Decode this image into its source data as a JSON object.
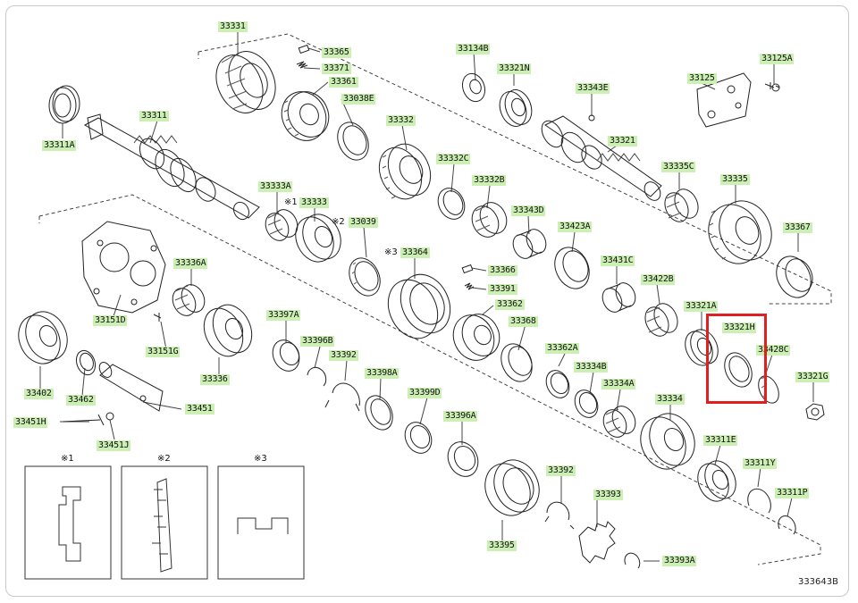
{
  "diagram": {
    "catalog_code": "333643B",
    "highlight_color": "#e02020",
    "label_bg": "#ccefb4",
    "highlighted_part": "33321H",
    "parts": [
      {
        "id": "p33331",
        "label": "33331"
      },
      {
        "id": "p33365",
        "label": "33365"
      },
      {
        "id": "p33371",
        "label": "33371"
      },
      {
        "id": "p33361",
        "label": "33361"
      },
      {
        "id": "p33038e",
        "label": "33038E"
      },
      {
        "id": "p33311",
        "label": "33311"
      },
      {
        "id": "p33311a",
        "label": "33311A"
      },
      {
        "id": "p33332",
        "label": "33332"
      },
      {
        "id": "p33332c",
        "label": "33332C"
      },
      {
        "id": "p33333a",
        "label": "33333A"
      },
      {
        "id": "p33333",
        "label": "33333"
      },
      {
        "id": "p33039",
        "label": "33039"
      },
      {
        "id": "p33332b",
        "label": "33332B"
      },
      {
        "id": "p33343d",
        "label": "33343D"
      },
      {
        "id": "p33134b",
        "label": "33134B"
      },
      {
        "id": "p33321n",
        "label": "33321N"
      },
      {
        "id": "p33343e",
        "label": "33343E"
      },
      {
        "id": "p33321",
        "label": "33321"
      },
      {
        "id": "p33125",
        "label": "33125"
      },
      {
        "id": "p33125a",
        "label": "33125A"
      },
      {
        "id": "p33335c",
        "label": "33335C"
      },
      {
        "id": "p33335",
        "label": "33335"
      },
      {
        "id": "p33367",
        "label": "33367"
      },
      {
        "id": "p33336a",
        "label": "33336A"
      },
      {
        "id": "p33364",
        "label": "33364"
      },
      {
        "id": "p33366",
        "label": "33366"
      },
      {
        "id": "p33391",
        "label": "33391"
      },
      {
        "id": "p33362",
        "label": "33362"
      },
      {
        "id": "p33423a",
        "label": "33423A"
      },
      {
        "id": "p33431c",
        "label": "33431C"
      },
      {
        "id": "p33422b",
        "label": "33422B"
      },
      {
        "id": "p33321a",
        "label": "33321A"
      },
      {
        "id": "p33321h",
        "label": "33321H"
      },
      {
        "id": "p33428c",
        "label": "33428C"
      },
      {
        "id": "p33321g",
        "label": "33321G"
      },
      {
        "id": "p33151d",
        "label": "33151D"
      },
      {
        "id": "p33151g",
        "label": "33151G"
      },
      {
        "id": "p33397a",
        "label": "33397A"
      },
      {
        "id": "p33396b",
        "label": "33396B"
      },
      {
        "id": "p33392a",
        "label": "33392"
      },
      {
        "id": "p33368",
        "label": "33368"
      },
      {
        "id": "p33362a",
        "label": "33362A"
      },
      {
        "id": "p33334b",
        "label": "33334B"
      },
      {
        "id": "p33334a",
        "label": "33334A"
      },
      {
        "id": "p33398a",
        "label": "33398A"
      },
      {
        "id": "p33399d",
        "label": "33399D"
      },
      {
        "id": "p33336",
        "label": "33336"
      },
      {
        "id": "p33402",
        "label": "33402"
      },
      {
        "id": "p33462",
        "label": "33462"
      },
      {
        "id": "p33451",
        "label": "33451"
      },
      {
        "id": "p33451h",
        "label": "33451H"
      },
      {
        "id": "p33451j",
        "label": "33451J"
      },
      {
        "id": "p33396a",
        "label": "33396A"
      },
      {
        "id": "p33334",
        "label": "33334"
      },
      {
        "id": "p33311e",
        "label": "33311E"
      },
      {
        "id": "p33311y",
        "label": "33311Y"
      },
      {
        "id": "p33311p",
        "label": "33311P"
      },
      {
        "id": "p33395",
        "label": "33395"
      },
      {
        "id": "p33392b",
        "label": "33392"
      },
      {
        "id": "p33393",
        "label": "33393"
      },
      {
        "id": "p33393a",
        "label": "33393A"
      }
    ],
    "notes": [
      {
        "id": "n1",
        "text": "※1"
      },
      {
        "id": "n2",
        "text": "※2"
      },
      {
        "id": "n3",
        "text": "※3"
      }
    ],
    "insets": [
      {
        "id": "inset1",
        "text": "※1"
      },
      {
        "id": "inset2",
        "text": "※2"
      },
      {
        "id": "inset3",
        "text": "※3"
      }
    ]
  }
}
